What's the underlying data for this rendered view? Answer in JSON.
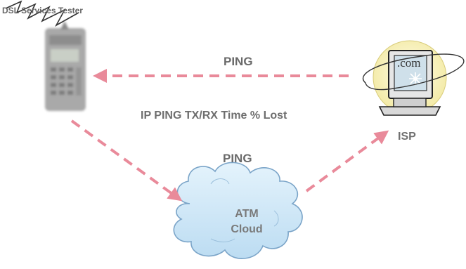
{
  "tester": {
    "title": "DSL Services Tester",
    "icon": "handheld-tester-icon"
  },
  "ping_top": "PING",
  "ping_stats": "IP PING TX/RX Time % Lost",
  "ping_mid": "PING",
  "isp": {
    "label": "ISP",
    "screen_text": ".com",
    "icon": "computer-globe-icon"
  },
  "cloud": {
    "line1": "ATM",
    "line2": "Cloud",
    "icon": "cloud-icon"
  },
  "colors": {
    "arrow": "#e98a9a",
    "cloud_fill": "#cfe8f7",
    "cloud_stroke": "#7aa4c8",
    "globe_fill": "#fbf6c8",
    "text": "#707070"
  }
}
